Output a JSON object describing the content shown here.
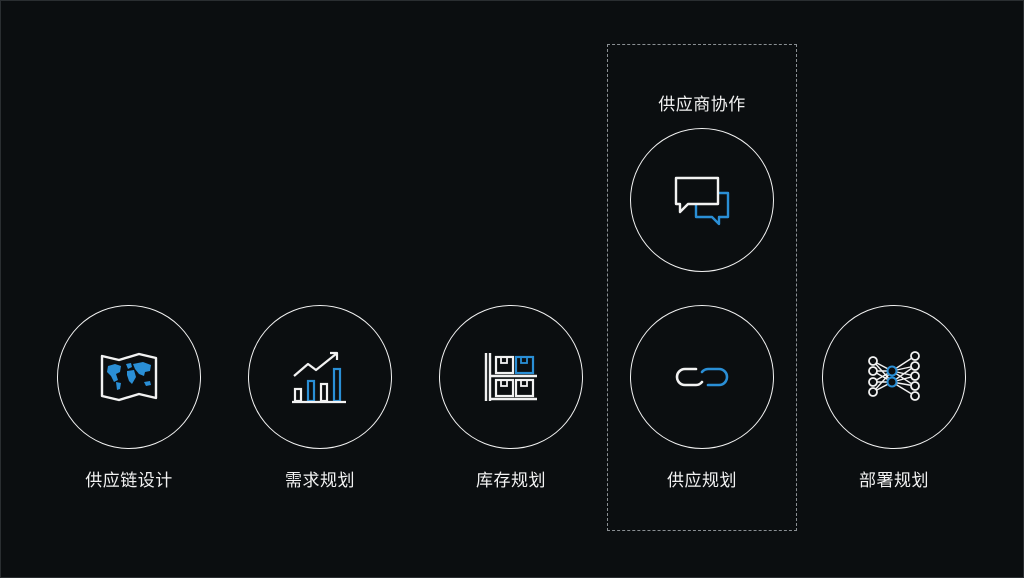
{
  "colors": {
    "background": "#0b0e10",
    "stroke": "#f2f2f2",
    "accent": "#2a8fd6"
  },
  "collab_group": {
    "title": "供应商协作",
    "icon": "chat-bubbles-icon"
  },
  "nodes": [
    {
      "label": "供应链设计",
      "icon": "world-map-icon"
    },
    {
      "label": "需求规划",
      "icon": "bar-chart-trend-icon"
    },
    {
      "label": "库存规划",
      "icon": "warehouse-shelf-icon"
    },
    {
      "label": "供应规划",
      "icon": "chain-link-icon"
    },
    {
      "label": "部署规划",
      "icon": "network-nodes-icon"
    }
  ]
}
